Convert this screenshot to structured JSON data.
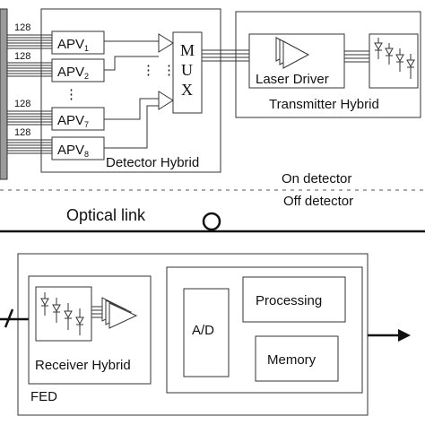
{
  "detector_hybrid": {
    "title": "Detector Hybrid",
    "channel_count_labels": [
      "128",
      "128",
      "128",
      "128"
    ],
    "apv_chips": [
      {
        "name": "APV",
        "index": "1"
      },
      {
        "name": "APV",
        "index": "2"
      },
      {
        "name": "APV",
        "index": "7"
      },
      {
        "name": "APV",
        "index": "8"
      }
    ],
    "vertical_ellipsis": "⋮",
    "mux_letters": [
      "M",
      "U",
      "X"
    ]
  },
  "transmitter_hybrid": {
    "title": "Transmitter Hybrid",
    "laser_driver_label": "Laser Driver"
  },
  "boundary": {
    "on_label": "On detector",
    "off_label": "Off detector"
  },
  "optical_link_label": "Optical link",
  "fed": {
    "title": "FED",
    "receiver_hybrid_label": "Receiver Hybrid",
    "ad_label": "A/D",
    "processing_label": "Processing",
    "memory_label": "Memory"
  }
}
